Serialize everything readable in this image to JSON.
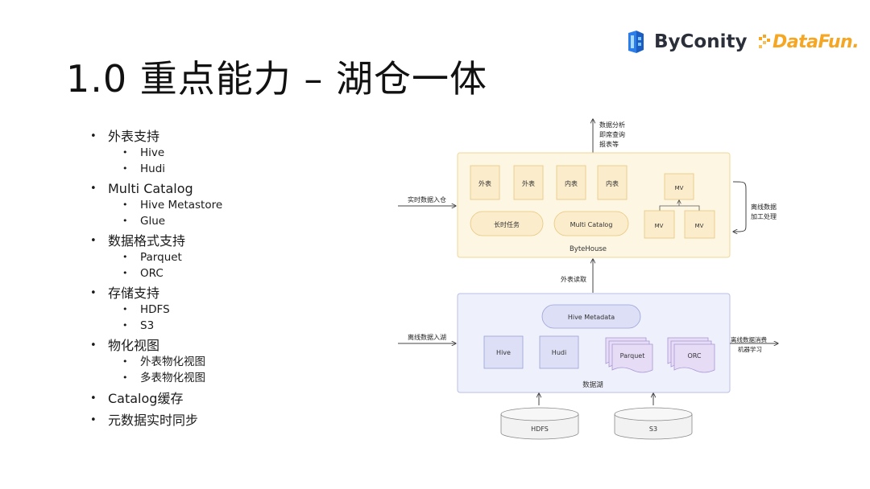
{
  "slide": {
    "title": "1.0 重点能力 – 湖仓一体"
  },
  "logos": {
    "byconity": "ByConity",
    "datafun": "DataFun."
  },
  "bullets": [
    {
      "label": "外表支持",
      "children": [
        "Hive",
        "Hudi"
      ]
    },
    {
      "label": "Multi Catalog",
      "children": [
        "Hive Metastore",
        "Glue"
      ]
    },
    {
      "label": "数据格式支持",
      "children": [
        "Parquet",
        "ORC"
      ]
    },
    {
      "label": "存储支持",
      "children": [
        "HDFS",
        "S3"
      ]
    },
    {
      "label": "物化视图",
      "children": [
        "外表物化视图",
        "多表物化视图"
      ]
    },
    {
      "label": "Catalog缓存",
      "children": []
    },
    {
      "label": "元数据实时同步",
      "children": []
    }
  ],
  "diagram": {
    "output_label": [
      "数据分析",
      "即席查询",
      "报表等"
    ],
    "realtime_in": "实时数据入仓",
    "offline_in": "离线数据入湖",
    "offline_process": [
      "离线数据",
      "加工处理"
    ],
    "offline_consume": [
      "离线数据消费",
      "机器学习"
    ],
    "read_label": "外表读取",
    "bytehouse": {
      "name": "ByteHouse",
      "tables": [
        "外表",
        "外表",
        "内表",
        "内表"
      ],
      "pills": [
        "长时任务",
        "Multi Catalog"
      ],
      "mv": [
        "MV",
        "MV",
        "MV"
      ]
    },
    "lake": {
      "name": "数据湖",
      "metadata": "Hive Metadata",
      "tables": [
        "Hive",
        "Hudi"
      ],
      "formats": [
        "Parquet",
        "ORC"
      ]
    },
    "storage": [
      "HDFS",
      "S3"
    ],
    "colors": {
      "bytehouse_fill": "#fdf6e3",
      "bytehouse_stroke": "#f0d79a",
      "box_fill": "#fbeccb",
      "lake_fill": "#eef0fb",
      "lake_stroke": "#b9bfe6",
      "lake_box": "#dcdff5",
      "format_fill": "#e7dcf6",
      "format_stroke": "#a896d4",
      "cylinder_fill": "#f2f2f2"
    }
  }
}
